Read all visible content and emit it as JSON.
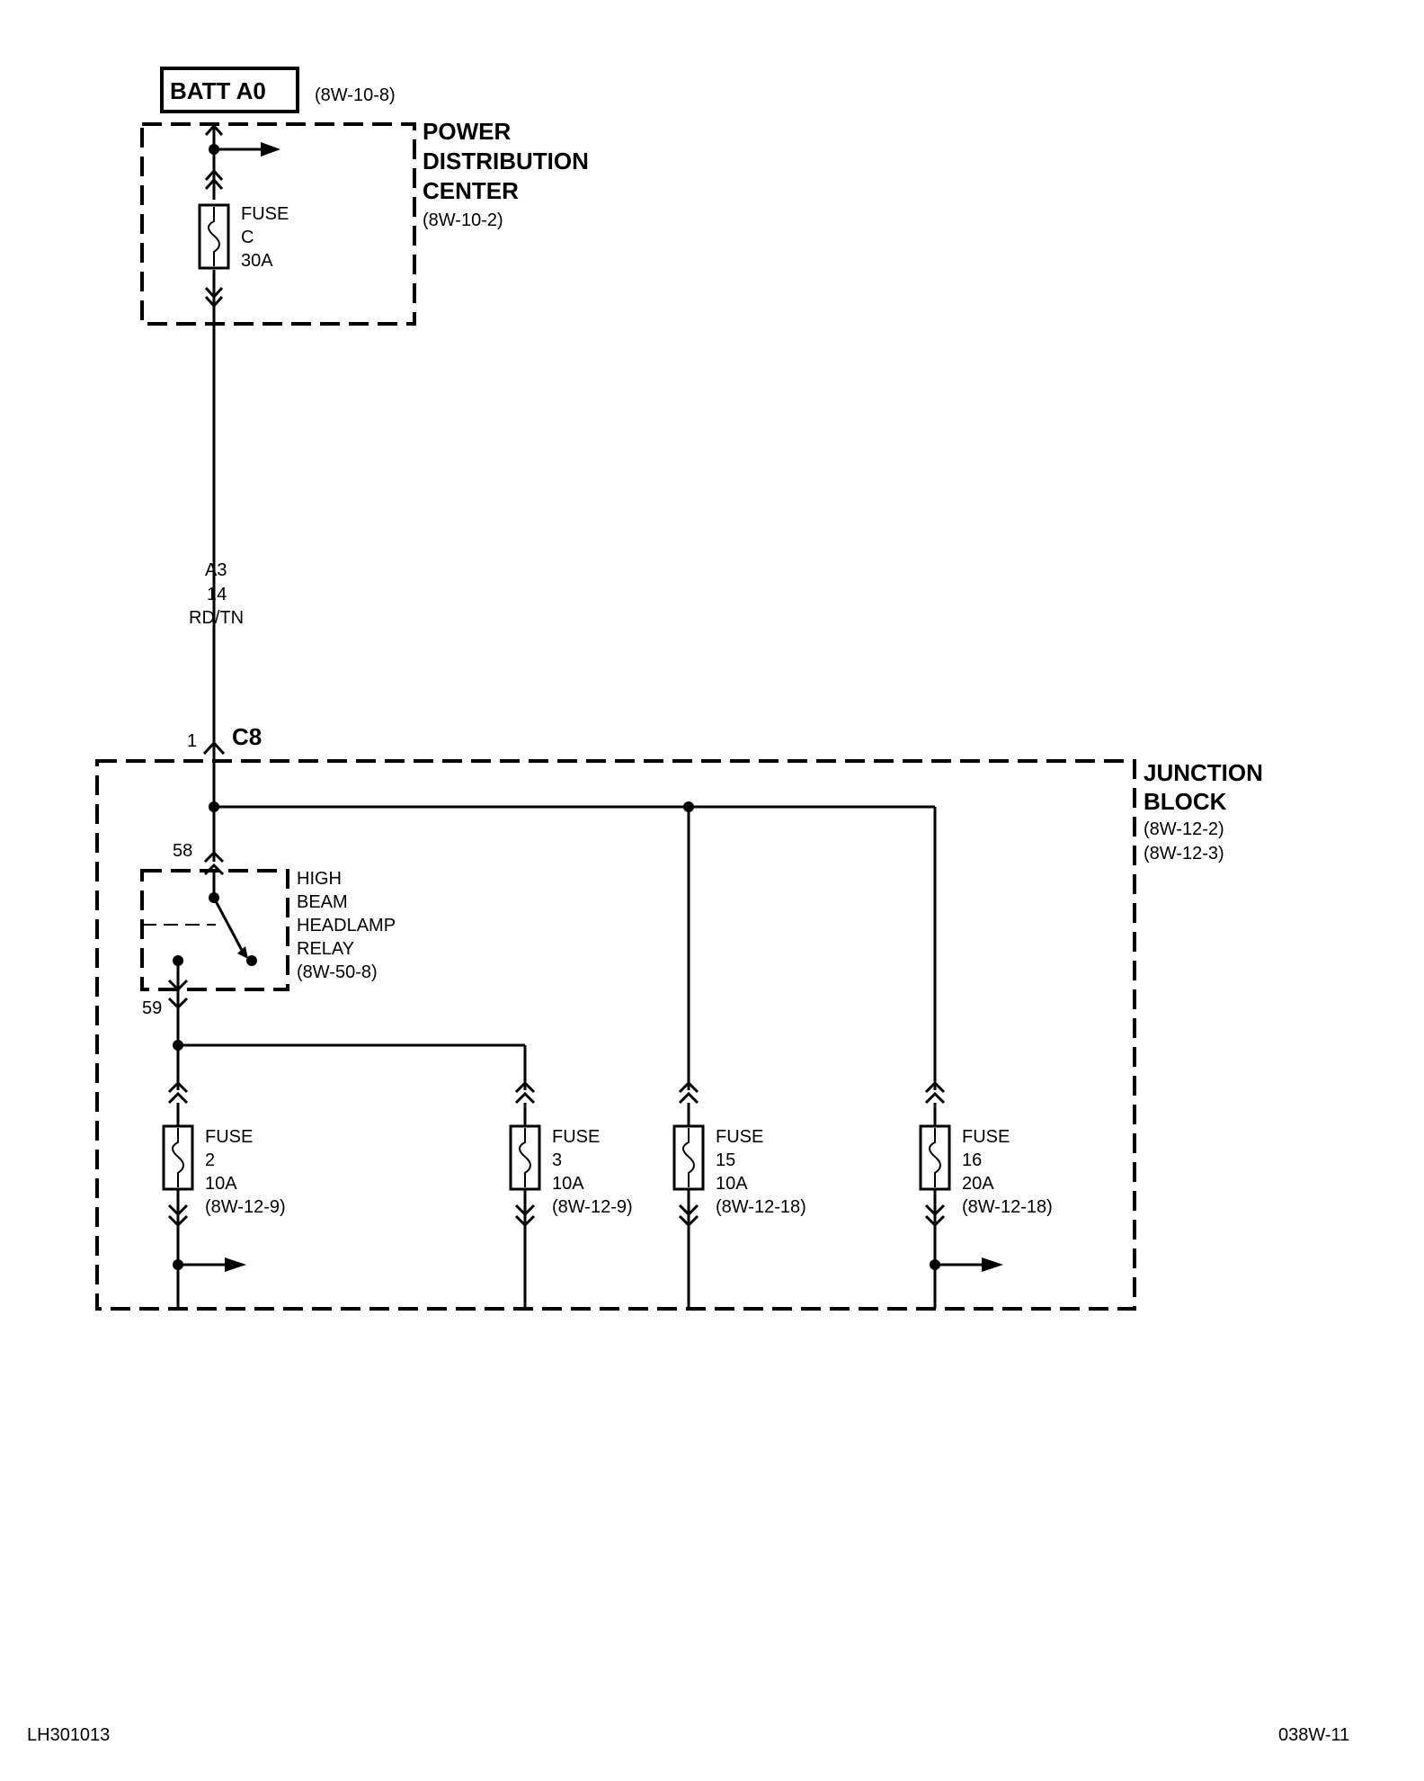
{
  "source": {
    "label": "BATT A0",
    "ref": "(8W-10-8)"
  },
  "pdc": {
    "title_lines": [
      "POWER",
      "DISTRIBUTION",
      "CENTER"
    ],
    "ref": "(8W-10-2)",
    "fuse": {
      "lines": [
        "FUSE",
        "C",
        "30A"
      ]
    }
  },
  "wire": {
    "circuit": "A3",
    "gauge": "14",
    "color": "RD/TN"
  },
  "connector": {
    "pin": "1",
    "name": "C8"
  },
  "junction_block": {
    "title_lines": [
      "JUNCTION",
      "BLOCK"
    ],
    "refs": [
      "(8W-12-2)",
      "(8W-12-3)"
    ]
  },
  "relay": {
    "pin_in": "58",
    "pin_out": "59",
    "lines": [
      "HIGH",
      "BEAM",
      "HEADLAMP",
      "RELAY",
      "(8W-50-8)"
    ]
  },
  "fuses": [
    {
      "lines": [
        "FUSE",
        "2",
        "10A",
        "(8W-12-9)"
      ]
    },
    {
      "lines": [
        "FUSE",
        "3",
        "10A",
        "(8W-12-9)"
      ]
    },
    {
      "lines": [
        "FUSE",
        "15",
        "10A",
        "(8W-12-18)"
      ]
    },
    {
      "lines": [
        "FUSE",
        "16",
        "20A",
        "(8W-12-18)"
      ]
    }
  ],
  "footer": {
    "left": "LH301013",
    "right": "038W-11"
  }
}
